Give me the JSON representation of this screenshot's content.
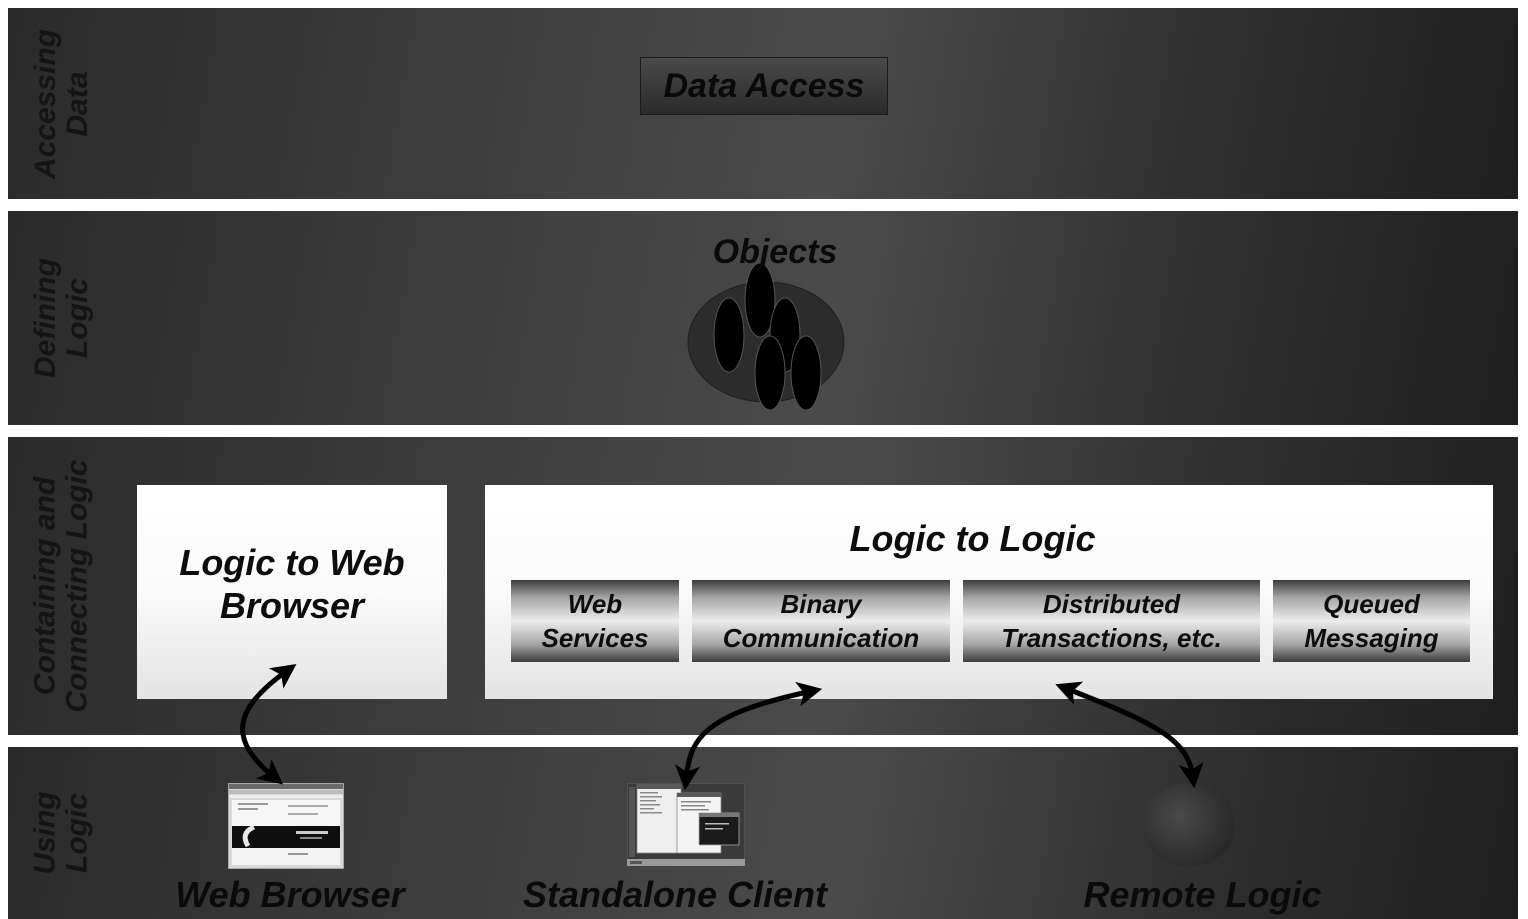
{
  "layers": [
    {
      "label": "Accessing\nData"
    },
    {
      "label": "Defining\nLogic"
    },
    {
      "label": "Containing and\nConnecting Logic"
    },
    {
      "label": "Using\nLogic"
    }
  ],
  "data_access": {
    "label": "Data Access"
  },
  "objects": {
    "label": "Objects"
  },
  "logic_to_web": {
    "title": "Logic to Web\nBrowser"
  },
  "logic_to_logic": {
    "title": "Logic to Logic",
    "items": [
      {
        "label": "Web\nServices"
      },
      {
        "label": "Binary\nCommunication"
      },
      {
        "label": "Distributed\nTransactions, etc."
      },
      {
        "label": "Queued\nMessaging"
      }
    ]
  },
  "clients": [
    {
      "label": "Web Browser",
      "icon": "browser-screenshot-icon"
    },
    {
      "label": "Standalone Client",
      "icon": "desktop-screenshot-icon"
    },
    {
      "label": "Remote Logic",
      "icon": "sphere-icon"
    }
  ],
  "colors": {
    "band": "#3a3a3a",
    "text": "#0a0a0a",
    "box": "#ffffff"
  }
}
